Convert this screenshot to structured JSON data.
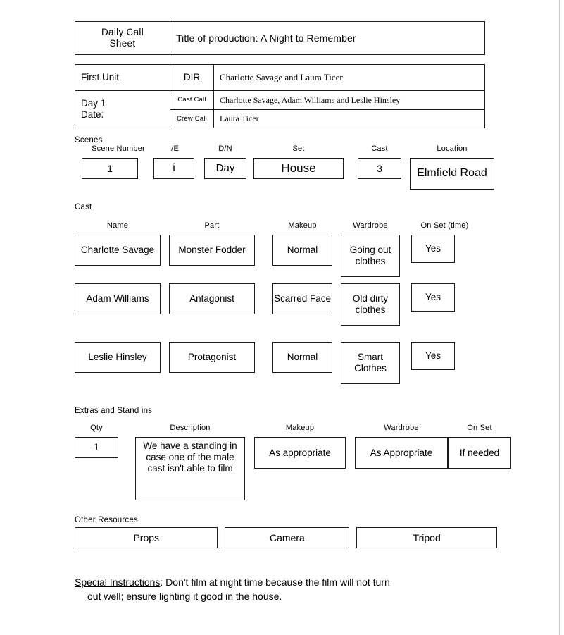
{
  "header": {
    "sheet_title_line1": "Daily Call",
    "sheet_title_line2": "Sheet",
    "production_title": "Title of production: A Night to Remember",
    "unit_label": "First Unit",
    "dir_label": "DIR",
    "dir_names": "Charlotte Savage and Laura Ticer",
    "day_line1": "Day 1",
    "day_line2": "Date:",
    "cast_call_label": "Cast Call",
    "cast_call_names": "Charlotte Savage, Adam Williams and Leslie Hinsley",
    "crew_call_label": "Crew Call",
    "crew_call_names": "Laura Ticer"
  },
  "scenes": {
    "section_label": "Scenes",
    "headers": {
      "scene_number": "Scene Number",
      "ie": "I/E",
      "dn": "D/N",
      "set": "Set",
      "cast": "Cast",
      "location": "Location"
    },
    "values": {
      "scene_number": "1",
      "ie": "i",
      "dn": "Day",
      "set": "House",
      "cast": "3",
      "location": "Elmfield Road"
    }
  },
  "cast": {
    "section_label": "Cast",
    "headers": {
      "name": "Name",
      "part": "Part",
      "makeup": "Makeup",
      "wardrobe": "Wardrobe",
      "on_set": "On Set (time)"
    },
    "rows": [
      {
        "name": "Charlotte Savage",
        "part": "Monster Fodder",
        "makeup": "Normal",
        "wardrobe": "Going out clothes",
        "on_set": "Yes"
      },
      {
        "name": "Adam Williams",
        "part": "Antagonist",
        "makeup": "Scarred Face",
        "wardrobe": "Old dirty clothes",
        "on_set": "Yes"
      },
      {
        "name": "Leslie Hinsley",
        "part": "Protagonist",
        "makeup": "Normal",
        "wardrobe": "Smart Clothes",
        "on_set": "Yes"
      }
    ]
  },
  "extras": {
    "section_label": "Extras and Stand ins",
    "headers": {
      "qty": "Qty",
      "description": "Description",
      "makeup": "Makeup",
      "wardrobe": "Wardrobe",
      "on_set": "On Set"
    },
    "rows": [
      {
        "qty": "1",
        "description": "We have a standing in case one of the male cast isn't able to film",
        "makeup": "As appropriate",
        "wardrobe": "As Appropriate",
        "on_set": "If needed"
      }
    ]
  },
  "other_resources": {
    "section_label": "Other Resources",
    "items": [
      "Props",
      "Camera",
      "Tripod"
    ]
  },
  "special_instructions": {
    "label": "Special Instructions",
    "line1": ": Don't film at night time because the film will not turn",
    "line2": "out well; ensure lighting it good in the house."
  }
}
